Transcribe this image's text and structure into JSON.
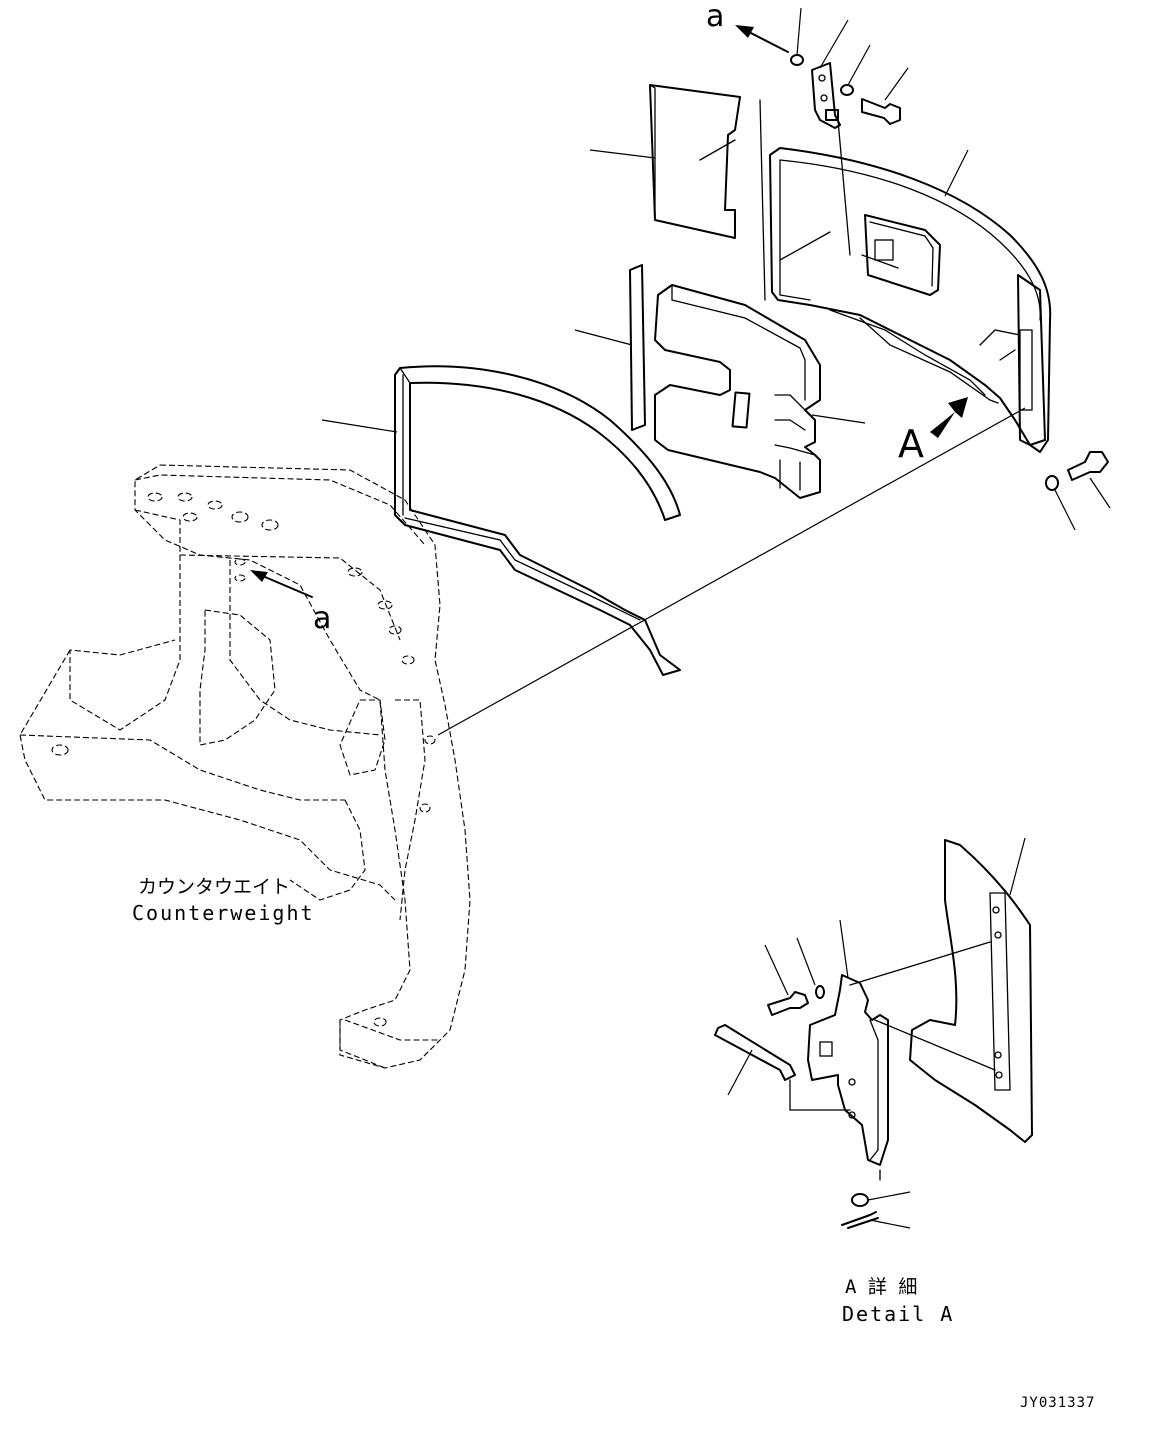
{
  "labels": {
    "callout_a_top": "a",
    "callout_a_frame": "a",
    "view_arrow": "A",
    "counterweight_jp": "カウンタウエイト",
    "counterweight_en": "Counterweight",
    "detail_jp": "A 詳 細",
    "detail_en": "Detail A",
    "drawing_id": "JY031337"
  },
  "colors": {
    "ink": "#000000",
    "paper": "#ffffff"
  }
}
